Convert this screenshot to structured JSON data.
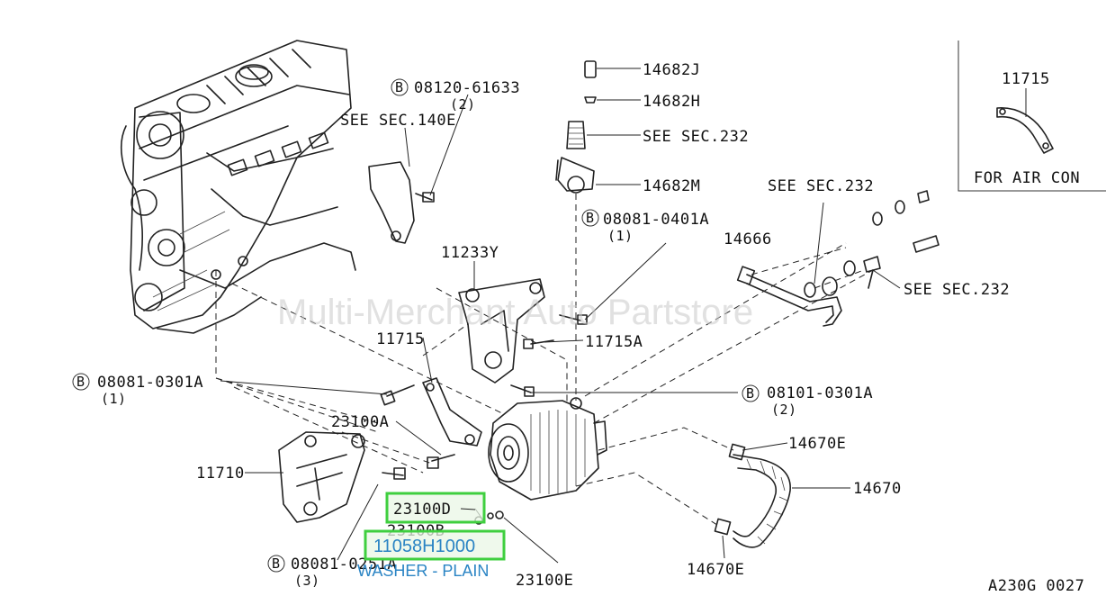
{
  "watermark": "Multi-Merchant Auto Partstore",
  "diagram_code": "A230G 0027",
  "inset": {
    "part_no": "11715",
    "caption": "FOR AIR CON"
  },
  "labels": {
    "bolt_top": "08120-61633",
    "bolt_top_qty": "(2)",
    "see_140e": "SEE SEC.140E",
    "p14682j": "14682J",
    "p14682h": "14682H",
    "see_232_a": "SEE SEC.232",
    "p14682m": "14682M",
    "bolt_0401a": "08081-0401A",
    "bolt_0401a_qty": "(1)",
    "see_232_b": "SEE SEC.232",
    "p14666": "14666",
    "see_232_c": "SEE SEC.232",
    "p11233y": "11233Y",
    "p11715": "11715",
    "p11715a": "11715A",
    "bolt_0301a_left": "08081-0301A",
    "bolt_0301a_left_qty": "(1)",
    "bolt_0301a_right": "08101-0301A",
    "bolt_0301a_right_qty": "(2)",
    "p23100a": "23100A",
    "p14670e_top": "14670E",
    "p11710": "11710",
    "p14670": "14670",
    "p23100d": "23100D",
    "p23100b": "23100B",
    "bolt_0251a": "08081-0251A",
    "bolt_0251a_qty": "(3)",
    "p23100e": "23100E",
    "p14670e_bottom": "14670E",
    "circle_b": "B"
  },
  "highlight": {
    "part_no": "11058H1000",
    "description": "WASHER - PLAIN"
  },
  "colors": {
    "highlight_border": "#3fcf3f",
    "highlight_fill": "#e9f7e6",
    "highlight_text": "#2a84c4"
  }
}
